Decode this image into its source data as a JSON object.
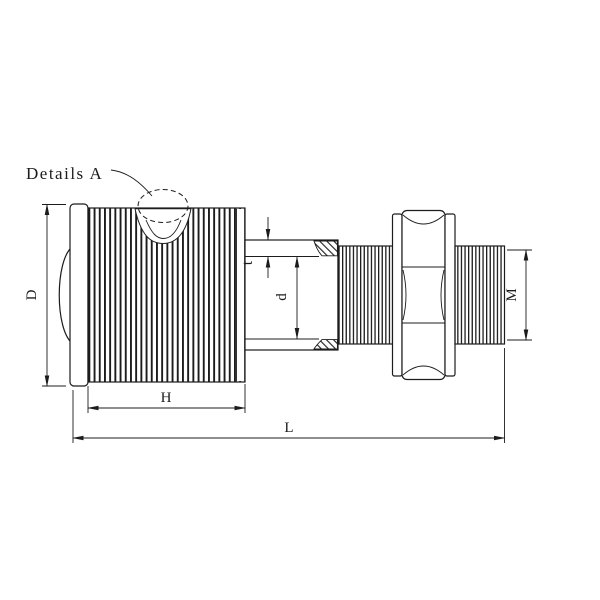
{
  "page": {
    "background": "#ffffff",
    "line_color": "#1c1c1c"
  },
  "drawing": {
    "detail_callout": {
      "label": "Details A"
    },
    "dimensions": {
      "D": "D",
      "H": "H",
      "L": "L",
      "d": "d",
      "t": "t",
      "M": "M"
    }
  }
}
